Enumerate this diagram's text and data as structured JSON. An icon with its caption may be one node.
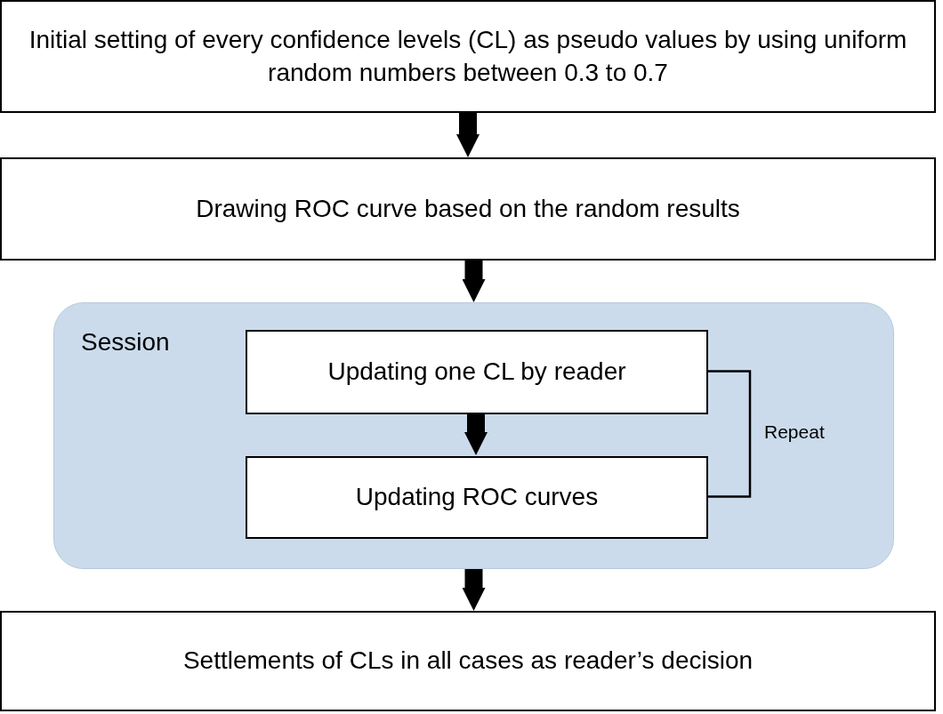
{
  "diagram": {
    "nodes": [
      {
        "text": [
          "Initial setting of every confidence levels (CL) as pseudo values by using uniform random numbers between 0.3 to 0.7"
        ]
      },
      {
        "text": [
          "Drawing ROC curve based on the random results"
        ]
      },
      {
        "text": [
          "Session"
        ]
      },
      {
        "text": [
          "Updating one CL by reader"
        ],
        "in": 2
      },
      {
        "text": [
          "Updating ROC curves"
        ],
        "in": 2
      },
      {
        "text": [
          "Settlements of CLs in all cases as reader’s decision"
        ]
      }
    ],
    "edges": [
      {
        "from": 0,
        "to": 1,
        "arrow": "to"
      },
      {
        "from": 1,
        "to": 2,
        "arrow": "to"
      },
      {
        "from": 3,
        "to": 4,
        "arrow": "to"
      },
      {
        "from": 4,
        "to": 3,
        "arrow": "none",
        "label": "Repeat"
      },
      {
        "from": 2,
        "to": 5,
        "arrow": "to"
      }
    ]
  }
}
